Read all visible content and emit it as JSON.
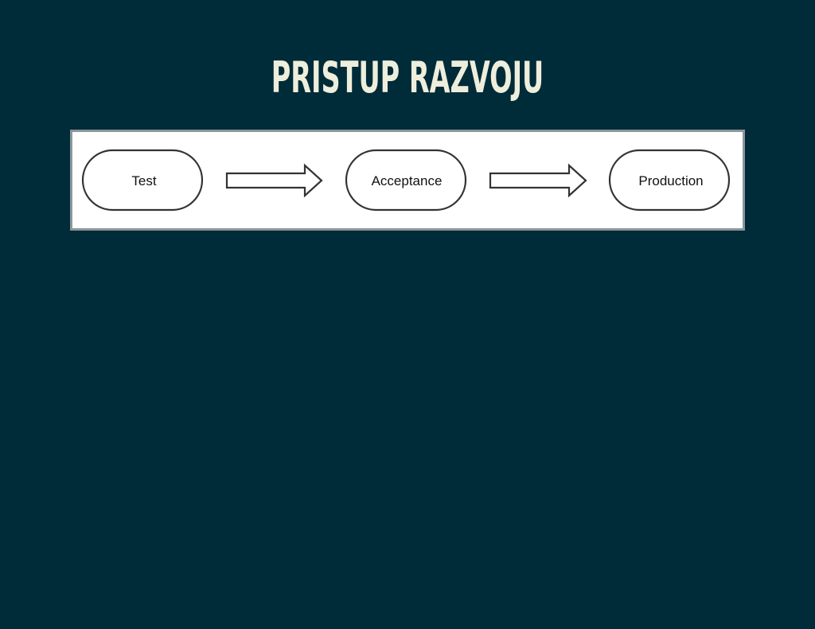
{
  "slide": {
    "title": "PRISTUP RAZVOJU",
    "background_color": "#002b38",
    "title_color": "#eeeedc"
  },
  "diagram": {
    "stages": [
      {
        "label": "Test"
      },
      {
        "label": "Acceptance"
      },
      {
        "label": "Production"
      }
    ],
    "connectors": [
      {
        "from": "Test",
        "to": "Acceptance",
        "icon": "right-arrow-icon"
      },
      {
        "from": "Acceptance",
        "to": "Production",
        "icon": "right-arrow-icon"
      }
    ]
  }
}
